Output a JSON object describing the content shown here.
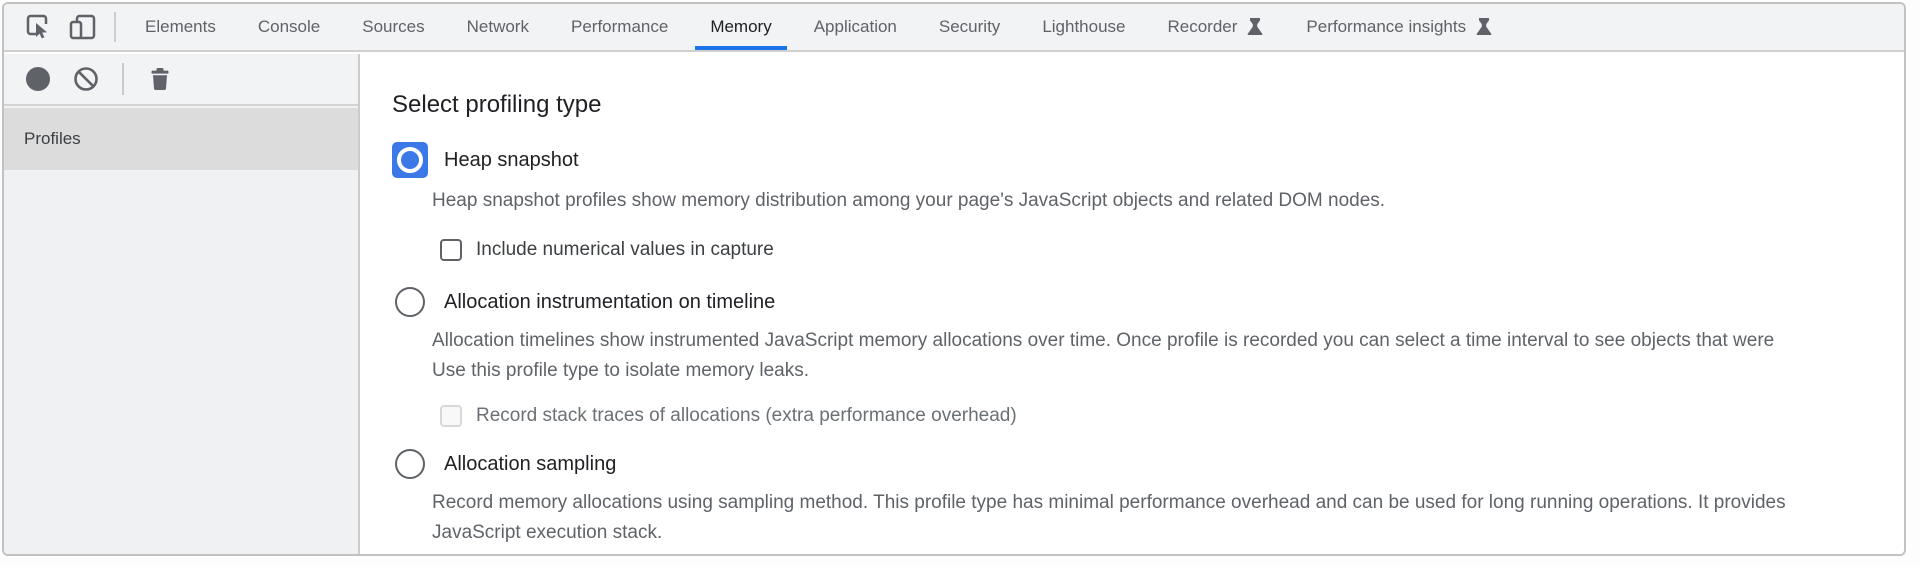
{
  "tabs": [
    {
      "label": "Elements",
      "selected": false
    },
    {
      "label": "Console",
      "selected": false
    },
    {
      "label": "Sources",
      "selected": false
    },
    {
      "label": "Network",
      "selected": false
    },
    {
      "label": "Performance",
      "selected": false
    },
    {
      "label": "Memory",
      "selected": true
    },
    {
      "label": "Application",
      "selected": false
    },
    {
      "label": "Security",
      "selected": false
    },
    {
      "label": "Lighthouse",
      "selected": false
    },
    {
      "label": "Recorder",
      "selected": false,
      "experimental_flask_icon": true
    },
    {
      "label": "Performance insights",
      "selected": false,
      "experimental_flask_icon": true
    }
  ],
  "tabbar_icons": [
    "inspect-element-icon",
    "toggle-device-toolbar-icon"
  ],
  "sidebar": {
    "toolbar_icons": [
      "record-heap-snapshot-icon",
      "clear-all-profiles-icon",
      "delete-icon"
    ],
    "profiles_label": "Profiles"
  },
  "main": {
    "heading": "Select profiling type",
    "options": [
      {
        "label": "Heap snapshot",
        "radio_selected": true,
        "description": [
          "Heap snapshot profiles show memory distribution among your page's JavaScript objects and related DOM nodes."
        ],
        "checkbox": {
          "label": "Include numerical values in capture",
          "checked": false,
          "disabled": false
        }
      },
      {
        "label": "Allocation instrumentation on timeline",
        "radio_selected": false,
        "description": [
          "Allocation timelines show instrumented JavaScript memory allocations over time. Once profile is recorded you can select a time interval to see objects that were",
          "Use this profile type to isolate memory leaks."
        ],
        "checkbox": {
          "label": "Record stack traces of allocations (extra performance overhead)",
          "checked": false,
          "disabled": true
        }
      },
      {
        "label": "Allocation sampling",
        "radio_selected": false,
        "description": [
          "Record memory allocations using sampling method. This profile type has minimal performance overhead and can be used for long running operations. It provides",
          "JavaScript execution stack."
        ]
      }
    ]
  },
  "colors": {
    "accent_blue_underline": "#1a73e8",
    "radio_focus_blue": "#3b78e8",
    "toolbar_bg": "#f1f3f4",
    "sidebar_bg": "#f0f1f2",
    "selected_row_bg": "#dcdcdc",
    "tab_text": "#5f6368",
    "tab_text_selected": "#202124",
    "description_text": "#5f6368"
  }
}
